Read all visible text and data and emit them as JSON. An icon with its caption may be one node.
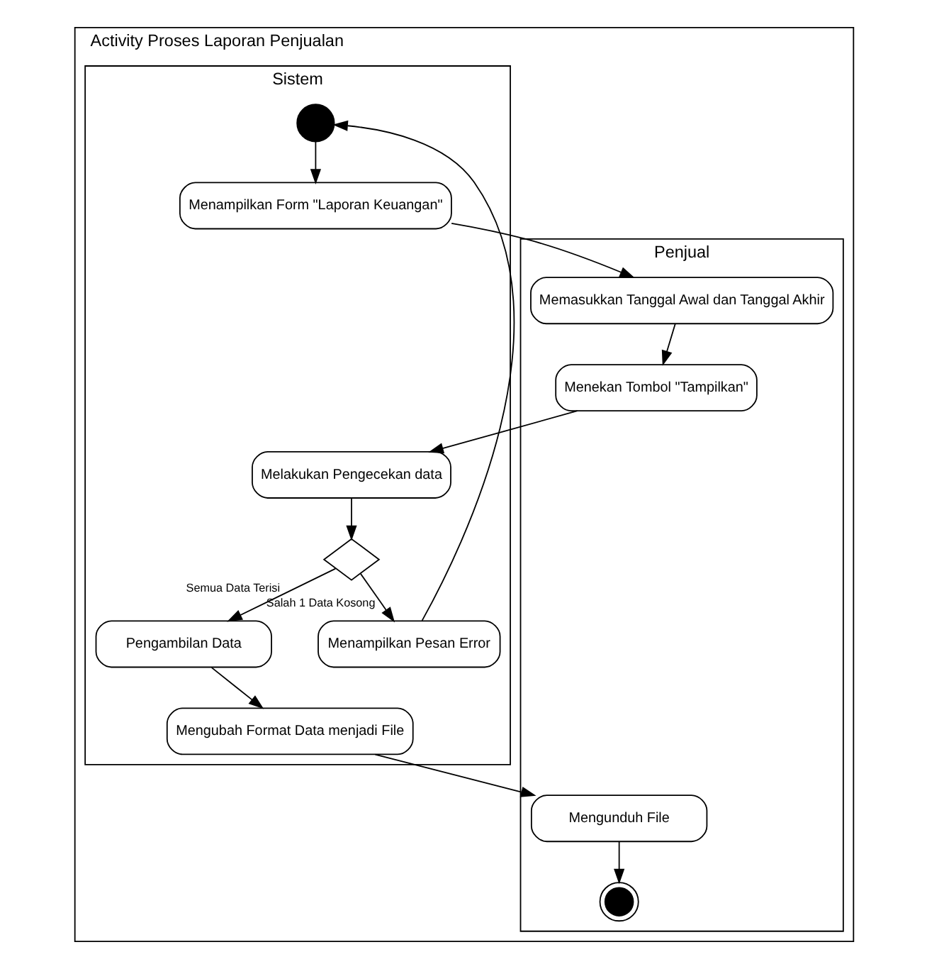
{
  "diagram": {
    "nodes": [
      {
        "text": [
          "Activity Proses Laporan Penjualan"
        ]
      },
      {
        "text": [
          "Penjual"
        ],
        "in": 0
      },
      {
        "text": [
          "Sistem"
        ],
        "in": 0
      },
      {
        "text": [],
        "shape": "circle",
        "in": 2
      },
      {
        "text": [
          "Menampilkan Form \"Laporan Keuangan\""
        ],
        "in": 2
      },
      {
        "text": [
          "Memasukkan Tanggal Awal dan Tanggal Akhir"
        ],
        "in": 1
      },
      {
        "text": [
          "Menekan Tombol \"Tampilkan\""
        ],
        "in": 1
      },
      {
        "text": [
          "Melakukan Pengecekan data"
        ],
        "in": 2
      },
      {
        "text": [],
        "shape": "diamond",
        "in": 2
      },
      {
        "text": [
          "Pengambilan Data"
        ],
        "in": 2
      },
      {
        "text": [
          "Menampilkan Pesan Error"
        ],
        "in": 2
      },
      {
        "text": [
          "Mengubah Format Data menjadi File"
        ],
        "in": 2
      },
      {
        "text": [
          "Mengunduh File"
        ],
        "in": 1
      },
      {
        "text": [],
        "shape": "bullseye",
        "in": 1
      }
    ],
    "edges": [
      {
        "from": 3,
        "to": 4,
        "arrow": "to"
      },
      {
        "from": 4,
        "to": 5,
        "arrow": "to"
      },
      {
        "from": 5,
        "to": 6,
        "arrow": "to"
      },
      {
        "from": 6,
        "to": 7,
        "arrow": "to"
      },
      {
        "from": 7,
        "to": 8,
        "arrow": "to"
      },
      {
        "from": 8,
        "to": 9,
        "label": "Semua Data Terisi",
        "arrow": "to"
      },
      {
        "from": 8,
        "to": 10,
        "label": "Salah 1 Data Kosong",
        "arrow": "to"
      },
      {
        "from": 10,
        "to": 3,
        "arrow": "to"
      },
      {
        "from": 9,
        "to": 11,
        "arrow": "to"
      },
      {
        "from": 11,
        "to": 12,
        "arrow": "to"
      },
      {
        "from": 12,
        "to": 13,
        "arrow": "to"
      }
    ]
  }
}
